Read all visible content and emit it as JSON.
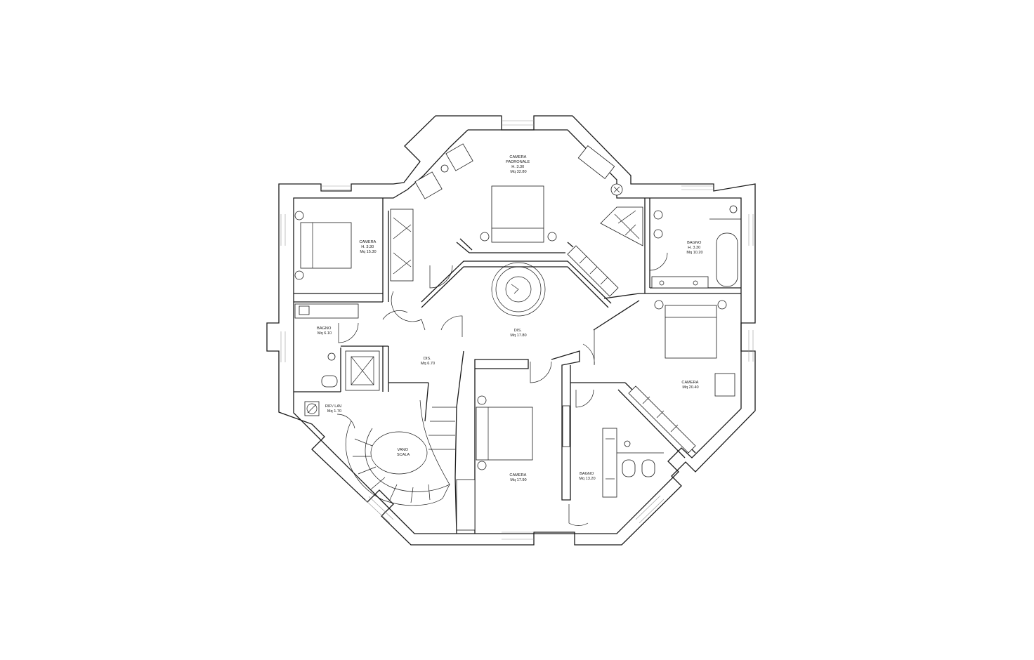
{
  "rooms": {
    "camera_padronale": {
      "line1": "CAMERA",
      "line2": "PADRONALE",
      "line3": "H. 3.30",
      "line4": "Mq 32.80"
    },
    "camera_nw": {
      "line1": "CAMERA",
      "line2": "H. 3.30",
      "line3": "Mq 15.30"
    },
    "bagno_ne": {
      "line1": "BAGNO",
      "line2": "H. 3.30",
      "line3": "Mq 10.20"
    },
    "bagno_w": {
      "line1": "BAGNO",
      "line2": "Mq 6.10"
    },
    "dis_center": {
      "line1": "DIS.",
      "line2": "Mq 17.80"
    },
    "dis_w": {
      "line1": "DIS.",
      "line2": "Mq 6.70"
    },
    "camera_e": {
      "line1": "CAMERA",
      "line2": "Mq 20.40"
    },
    "rip_lav": {
      "line1": "RIP./ LAV.",
      "line2": "Mq 1.70"
    },
    "vano_scala": {
      "line1": "VANO",
      "line2": "SCALA"
    },
    "camera_s": {
      "line1": "CAMERA",
      "line2": "Mq 17.90"
    },
    "bagno_se": {
      "line1": "BAGNO",
      "line2": "Mq 13.20"
    }
  }
}
